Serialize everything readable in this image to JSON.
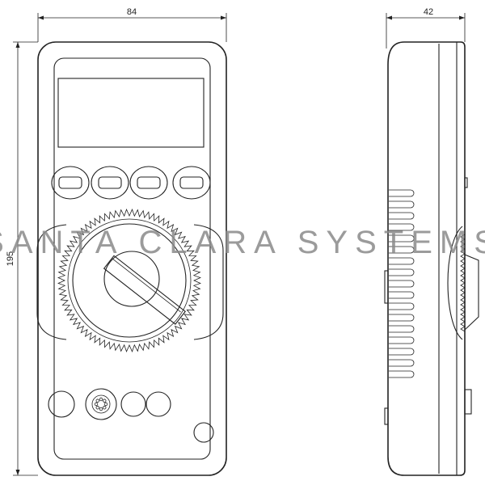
{
  "dimensions": {
    "front_width": "84",
    "height": "195",
    "side_depth": "42"
  },
  "watermark": "SANTA CLARA SYSTEMS",
  "views": [
    "front-view",
    "side-view"
  ],
  "colors": {
    "line": "#222222",
    "watermark": "#8a8a8a"
  }
}
